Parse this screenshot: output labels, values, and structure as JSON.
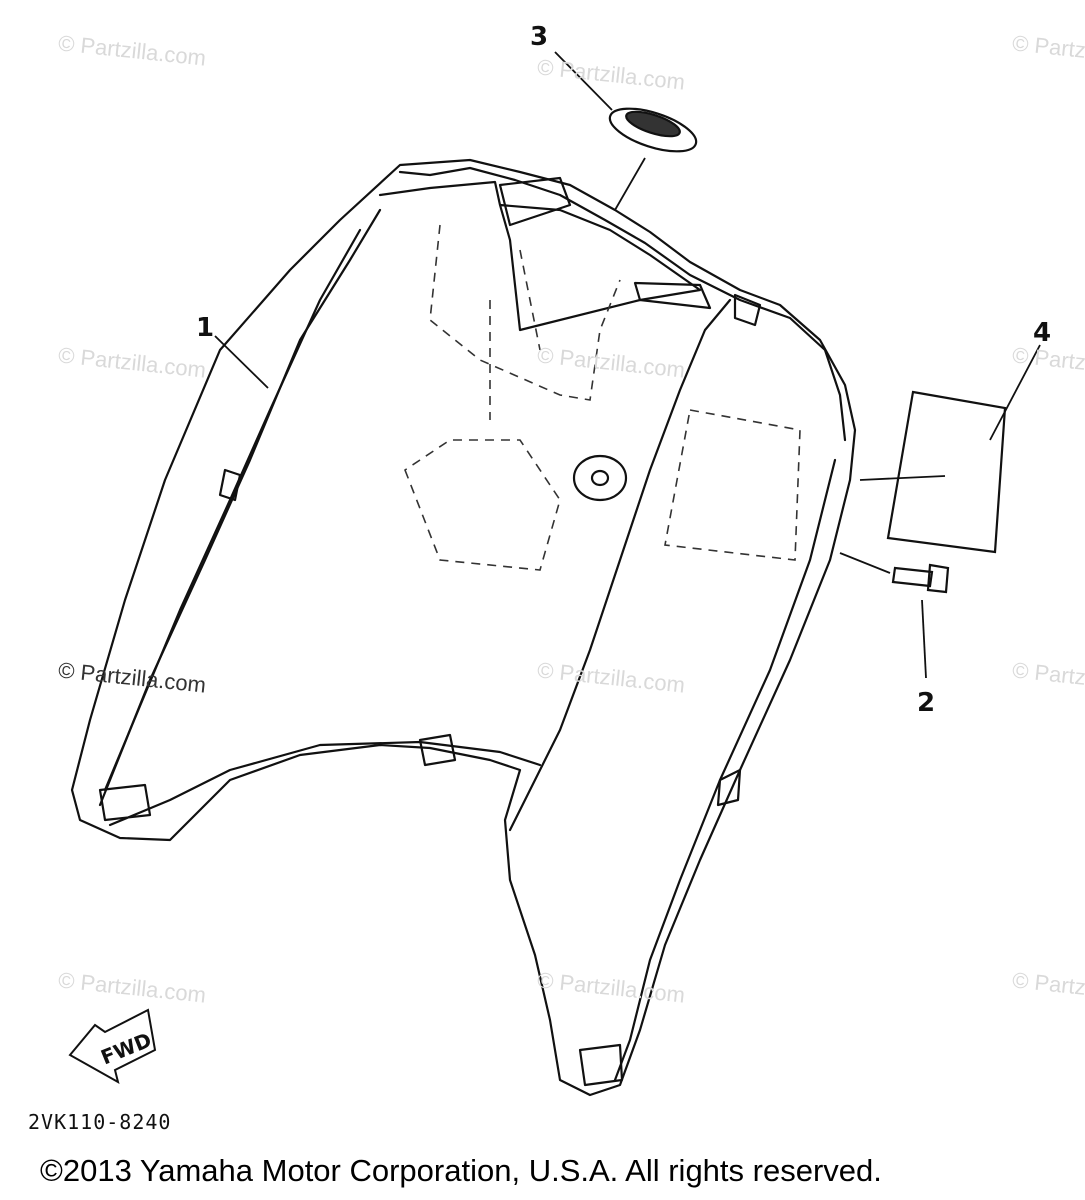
{
  "watermark": {
    "text": "© Partzilla.com"
  },
  "callouts": [
    {
      "id": "1",
      "label": "1",
      "part": "leg-shield"
    },
    {
      "id": "2",
      "label": "2",
      "part": "bolt"
    },
    {
      "id": "3",
      "label": "3",
      "part": "cap"
    },
    {
      "id": "4",
      "label": "4",
      "part": "label-plate"
    }
  ],
  "fwd": {
    "label": "FWD"
  },
  "diagram_code": "2VK110-8240",
  "copyright": "©2013 Yamaha Motor Corporation, U.S.A. All rights reserved.",
  "colors": {
    "line": "#111111",
    "watermark": "#d9d9d9",
    "background": "#ffffff"
  }
}
